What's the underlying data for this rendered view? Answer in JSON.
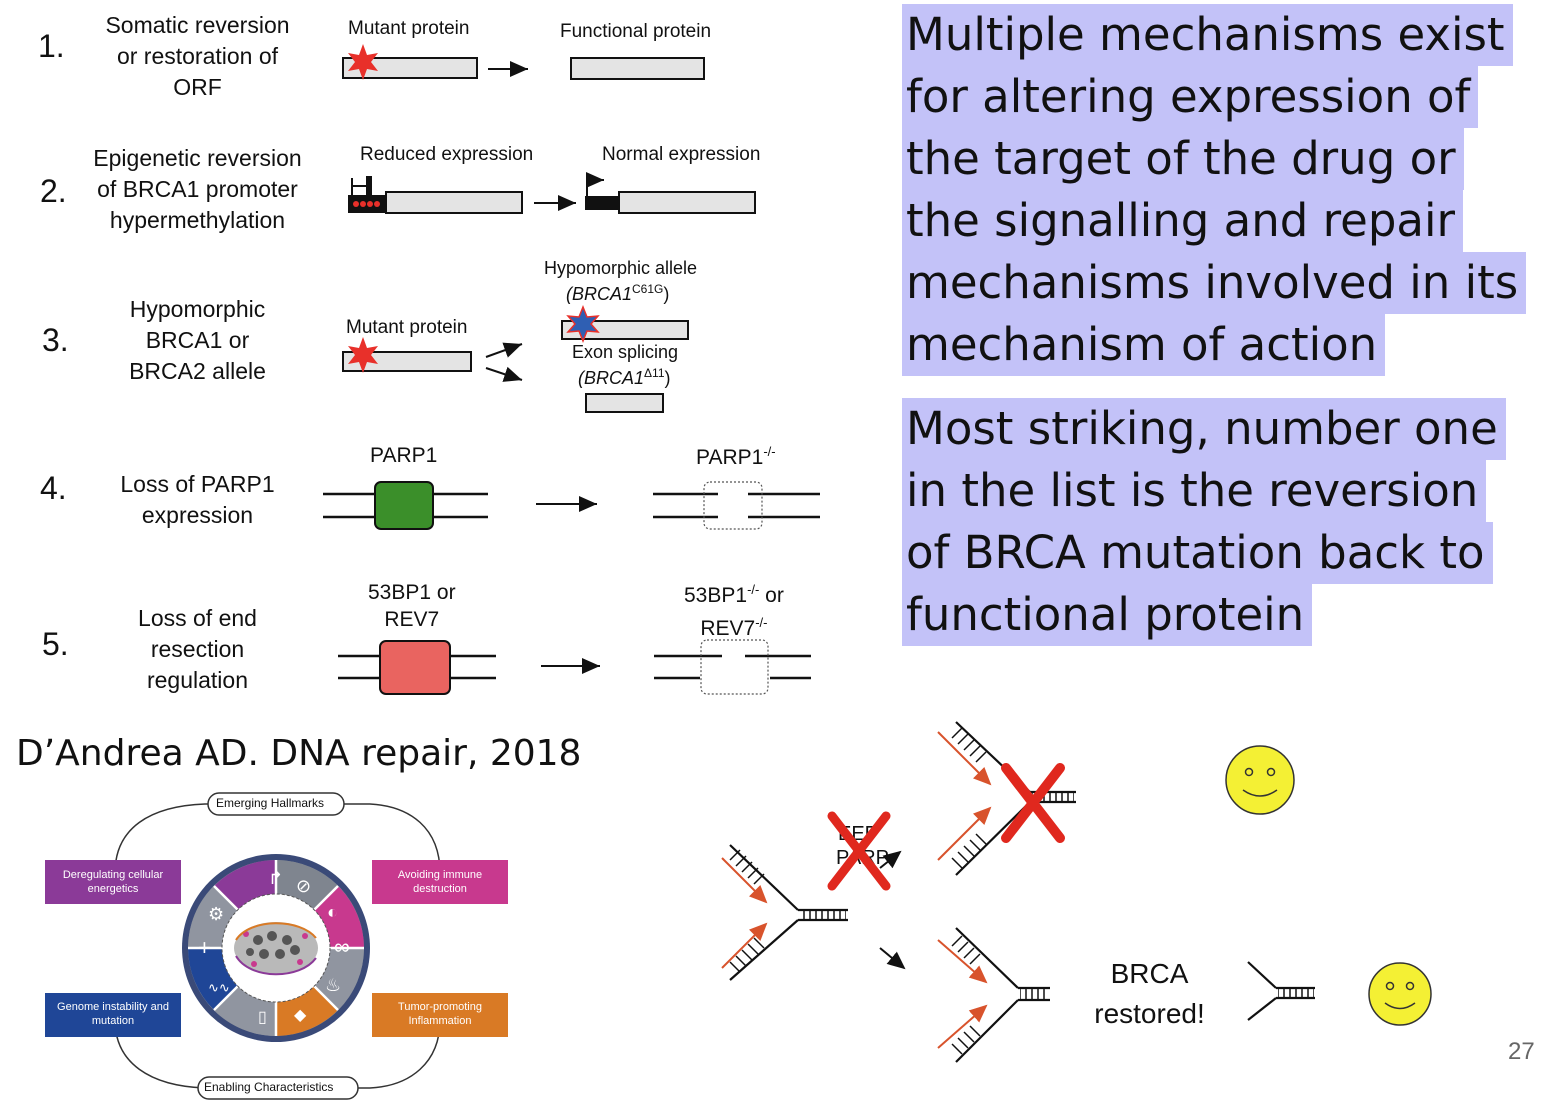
{
  "mechanisms": [
    {
      "number": "1.",
      "label": [
        "Somatic reversion",
        "or restoration of",
        "ORF"
      ],
      "left_caption": "Mutant protein",
      "right_caption": "Functional protein"
    },
    {
      "number": "2.",
      "label": [
        "Epigenetic reversion",
        "of BRCA1 promoter",
        "hypermethylation"
      ],
      "left_caption": "Reduced expression",
      "right_caption": "Normal expression"
    },
    {
      "number": "3.",
      "label": [
        "Hypomorphic",
        "BRCA1 or",
        "BRCA2 allele"
      ],
      "left_caption": "Mutant protein",
      "top_caption": "Hypomorphic allele",
      "top_sub": "(BRCA1",
      "top_sup": "C61G",
      "top_close": ")",
      "bottom_caption": "Exon splicing",
      "bottom_sub": "(BRCA1",
      "bottom_sup": "Δ11",
      "bottom_close": ")"
    },
    {
      "number": "4.",
      "label": [
        "Loss of PARP1",
        "expression"
      ],
      "left_caption": "PARP1",
      "right_caption": "PARP1",
      "right_sup": "-/-"
    },
    {
      "number": "5.",
      "label": [
        "Loss of end",
        "resection",
        "regulation"
      ],
      "left_caption": [
        "53BP1 or",
        "REV7"
      ],
      "right_caption_a": "53BP1",
      "right_sup_a": "-/-",
      "right_caption_a2": " or",
      "right_caption_b": "REV7",
      "right_sup_b": "-/-"
    }
  ],
  "highlight_1": [
    "Multiple mechanisms exist",
    "for altering expression of",
    "the target of the drug or",
    "the signalling and repair",
    "mechanisms involved in its",
    "mechanism of action"
  ],
  "highlight_2": [
    "Most striking, number one",
    "in the list is the reversion",
    "of BRCA mutation back to",
    "functional protein"
  ],
  "citation": "D’Andrea AD. DNA repair, 2018",
  "hallmarks": {
    "top": "Emerging Hallmarks",
    "bottom": "Enabling Characteristics",
    "left_top": "Deregulating cellular energetics",
    "left_bottom": "Genome instability and mutation",
    "right_top": "Avoiding immune destruction",
    "right_bottom": "Tumor-promoting Inflammation"
  },
  "fork_diagram": {
    "restored_label": [
      "BRCA",
      "restored!"
    ],
    "partial_label_a": "EEF",
    "partial_label_b": "PARP"
  },
  "slide_number": "27",
  "colors": {
    "highlight": "#c3c2f8",
    "mutation_star": "#e8302a",
    "parp1_box": "#3b8f2a",
    "box53bp1": "#e96460",
    "red_x": "#e0281e",
    "smiley": "#f4f034",
    "strand_red": "#d8532c"
  }
}
